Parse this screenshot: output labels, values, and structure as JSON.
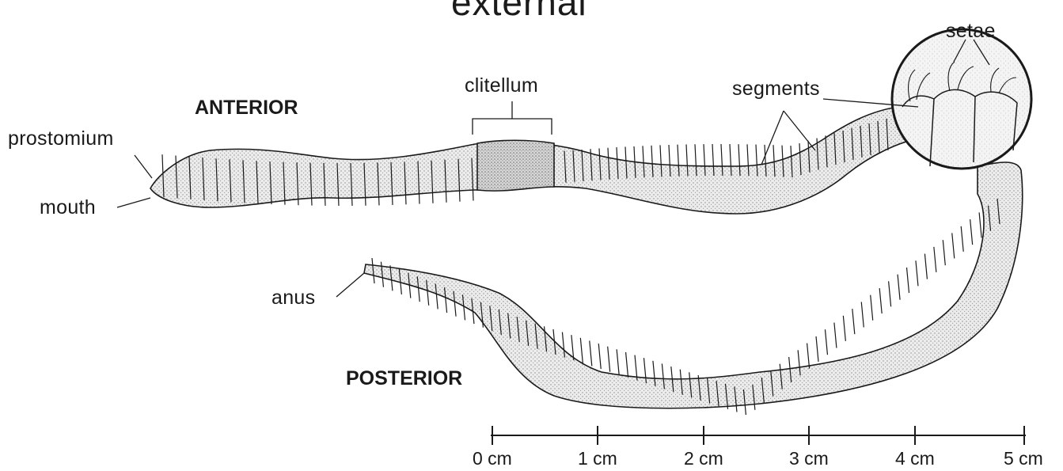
{
  "title": "external",
  "orientation": {
    "anterior": "ANTERIOR",
    "posterior": "POSTERIOR"
  },
  "labels": {
    "prostomium": "prostomium",
    "mouth": "mouth",
    "clitellum": "clitellum",
    "segments": "segments",
    "setae": "setae",
    "anus": "anus"
  },
  "scale_bar": {
    "ticks": [
      "0 cm",
      "1 cm",
      "2 cm",
      "3 cm",
      "4 cm",
      "5 cm"
    ]
  },
  "colors": {
    "ink": "#1a1a1a",
    "stipple": "#9a9a9a",
    "body": "#e6e6e6",
    "clitellum": "#c8c8c8"
  }
}
